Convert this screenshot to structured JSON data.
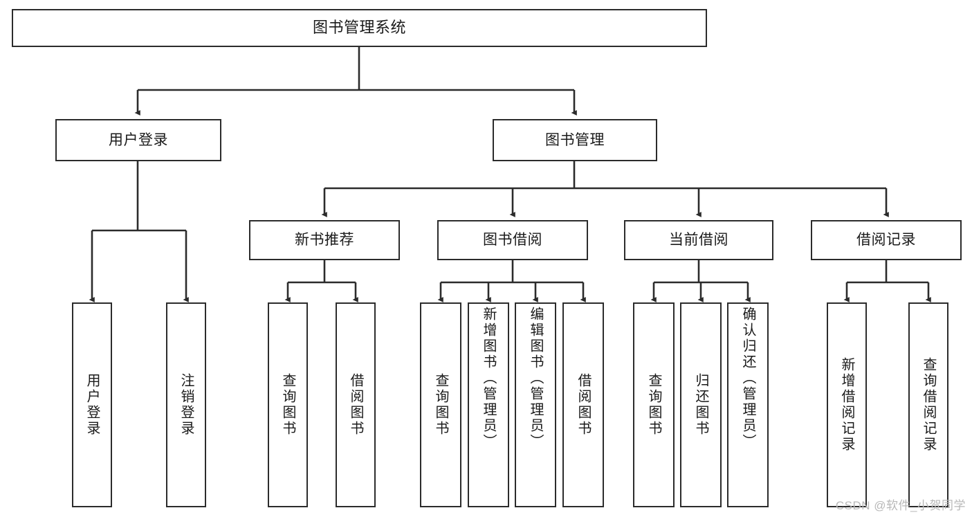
{
  "diagram": {
    "type": "tree-hierarchy-chart",
    "title_node": {
      "label": "图书管理系统"
    },
    "colors": {
      "background": "#ffffff",
      "node_fill": "#ffffff",
      "node_border": "#2b2b2b",
      "edge": "#2b2b2b",
      "text": "#1a1a1a",
      "watermark": "#b8b8b8"
    },
    "nodes": {
      "root": {
        "label": "图书管理系统"
      },
      "level2": [
        {
          "label": "用户登录"
        },
        {
          "label": "图书管理"
        }
      ],
      "level3": [
        {
          "label": "新书推荐"
        },
        {
          "label": "图书借阅"
        },
        {
          "label": "当前借阅"
        },
        {
          "label": "借阅记录"
        }
      ],
      "leaves_user_login": [
        {
          "label": "用户登录"
        },
        {
          "label": "注销登录"
        }
      ],
      "leaves_new_book": [
        {
          "label": "查询图书"
        },
        {
          "label": "借阅图书"
        }
      ],
      "leaves_borrow": [
        {
          "label": "查询图书"
        },
        {
          "label": "新增图书（管理员）"
        },
        {
          "label": "编辑图书（管理员）"
        },
        {
          "label": "借阅图书"
        }
      ],
      "leaves_current": [
        {
          "label": "查询图书"
        },
        {
          "label": "归还图书"
        },
        {
          "label": "确认归还（管理员）"
        }
      ],
      "leaves_records": [
        {
          "label": "新增借阅记录"
        },
        {
          "label": "查询借阅记录"
        }
      ]
    }
  },
  "watermark": {
    "text": "CSDN @软件_小贺同学"
  }
}
